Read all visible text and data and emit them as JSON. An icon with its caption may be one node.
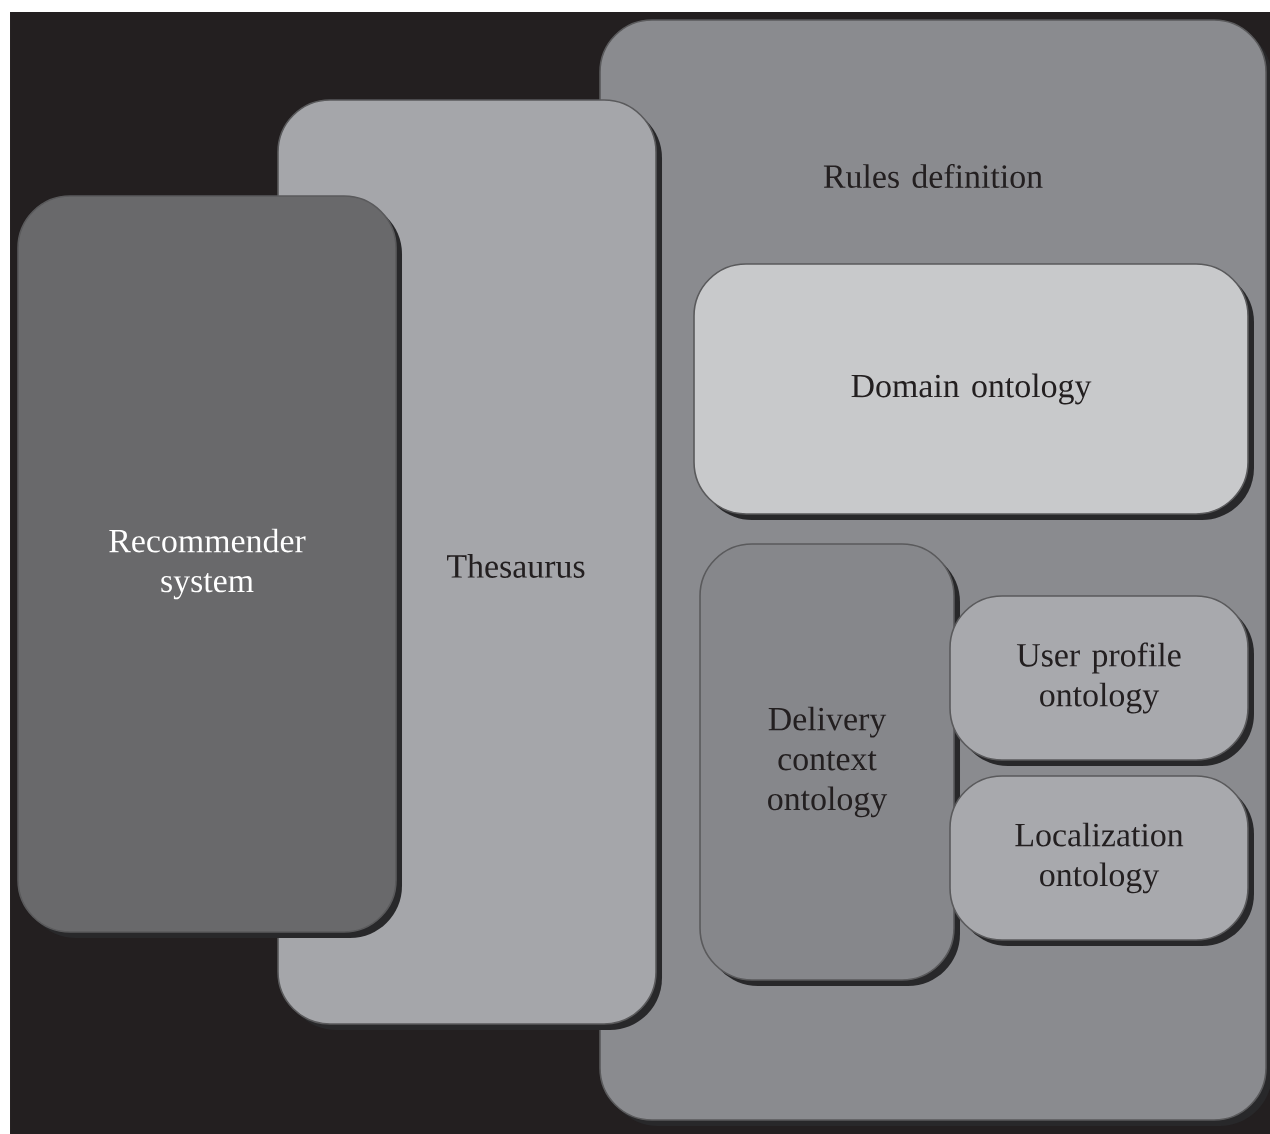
{
  "diagram": {
    "nodes": [
      {
        "text": [
          "Recommender system"
        ]
      },
      {
        "text": [
          "Thesaurus"
        ]
      },
      {
        "text": [
          "Rules definition"
        ]
      },
      {
        "text": [
          "Domain ontology"
        ],
        "in": 2
      },
      {
        "text": [
          "Delivery context ontology"
        ],
        "in": 2
      },
      {
        "text": [
          "User profile ontology"
        ],
        "in": 2
      },
      {
        "text": [
          "Localization ontology"
        ],
        "in": 2
      }
    ]
  }
}
